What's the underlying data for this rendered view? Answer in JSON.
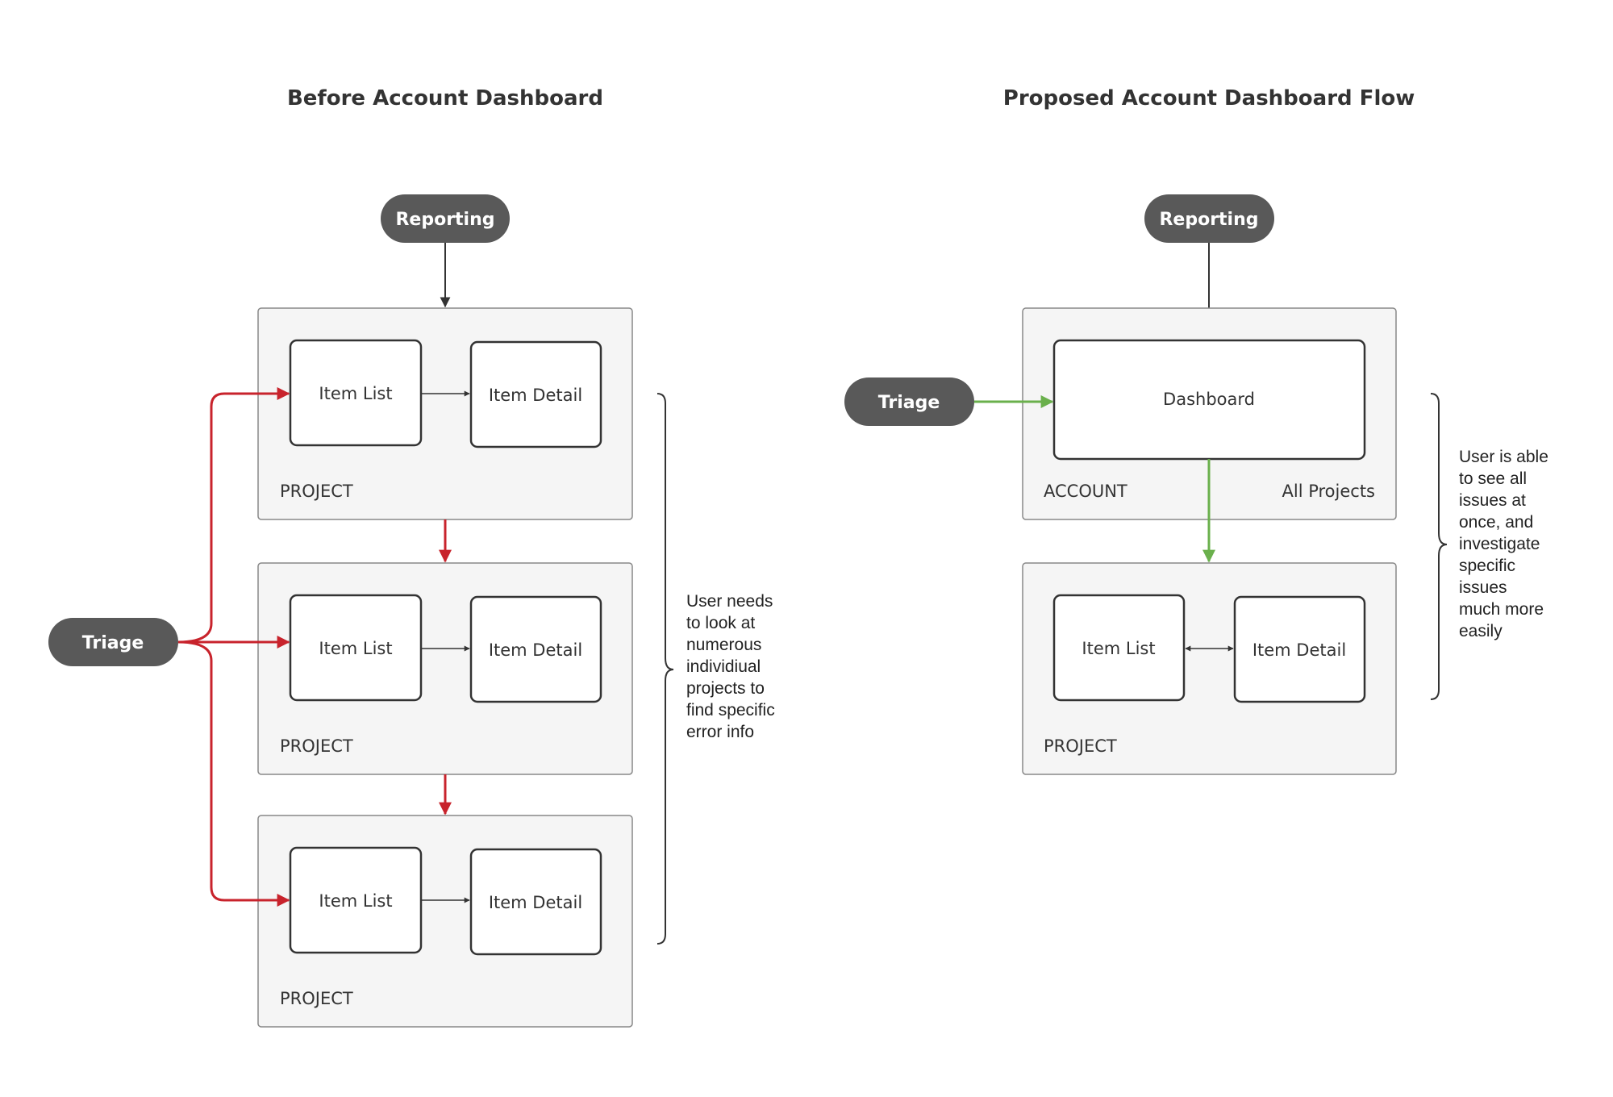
{
  "colors": {
    "red": "#c8232c",
    "green": "#6ab04c",
    "dark": "#333333",
    "pill": "#595959",
    "container_fill": "#f5f5f5"
  },
  "before": {
    "title": "Before Account Dashboard",
    "reporting_label": "Reporting",
    "triage_label": "Triage",
    "projects": [
      {
        "item_list": "Item List",
        "item_detail": "Item Detail",
        "label": "PROJECT"
      },
      {
        "item_list": "Item List",
        "item_detail": "Item Detail",
        "label": "PROJECT"
      },
      {
        "item_list": "Item List",
        "item_detail": "Item Detail",
        "label": "PROJECT"
      }
    ],
    "note_lines": [
      "User needs",
      "to look at",
      "numerous",
      "individiual",
      "projects to",
      "find specific",
      "error info"
    ]
  },
  "proposed": {
    "title": "Proposed Account Dashboard Flow",
    "reporting_label": "Reporting",
    "triage_label": "Triage",
    "dashboard_label": "Dashboard",
    "account_label": "ACCOUNT",
    "all_projects_label": "All Projects",
    "project": {
      "item_list": "Item List",
      "item_detail": "Item Detail",
      "label": "PROJECT"
    },
    "note_lines": [
      "User is able",
      "to see all",
      "issues at",
      "once, and",
      "investigate",
      "specific",
      "issues",
      "much more",
      "easily"
    ]
  }
}
